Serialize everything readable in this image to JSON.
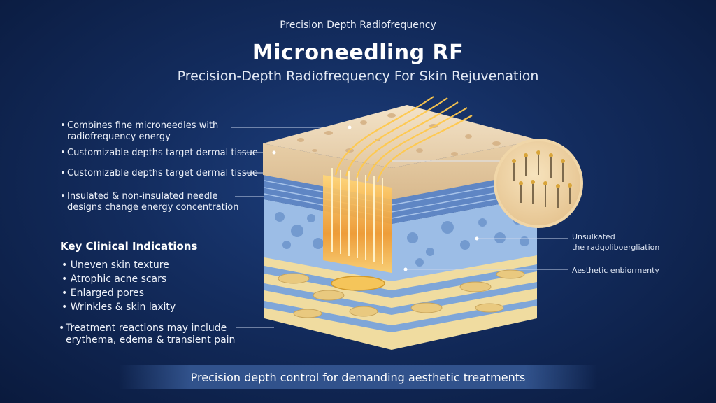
{
  "header": {
    "kicker": "Precision Depth Radiofrequency",
    "title": "Microneedling RF",
    "subtitle": "Precision-Depth Radiofrequency For Skin Rejuvenation"
  },
  "left_bullets": [
    {
      "line1": "Combines fine microneedles with",
      "line2": "radiofrequency energy"
    },
    {
      "line1": "Customizable depths target dermal tissue",
      "line2": ""
    },
    {
      "line1": "Customizable depths target dermal tissue",
      "line2": ""
    },
    {
      "line1": "Insulated & non-insulated needle",
      "line2": "designs change energy concentration"
    }
  ],
  "indications": {
    "title": "Key Clinical Indications",
    "items": [
      "Uneven skin texture",
      "Atrophic acne scars",
      "Enlarged pores",
      "Wrinkles & skin laxity"
    ]
  },
  "reactions": {
    "line1": "Treatment reactions may include",
    "line2": "erythema, edema & transient pain"
  },
  "right_labels": [
    {
      "line1": "Unsulkated",
      "line2": "the radqoliboergliation"
    },
    {
      "line1": "Aesthetic enbiormenty",
      "line2": ""
    }
  ],
  "footer": "Precision depth control for demanding aesthetic treatments",
  "colors": {
    "background": "#132c5e",
    "skin_surface": "#ecd6b8",
    "dermis_blue": "#7fa6d8",
    "fat_cream": "#f0dca0",
    "energy": "#f7b733"
  }
}
